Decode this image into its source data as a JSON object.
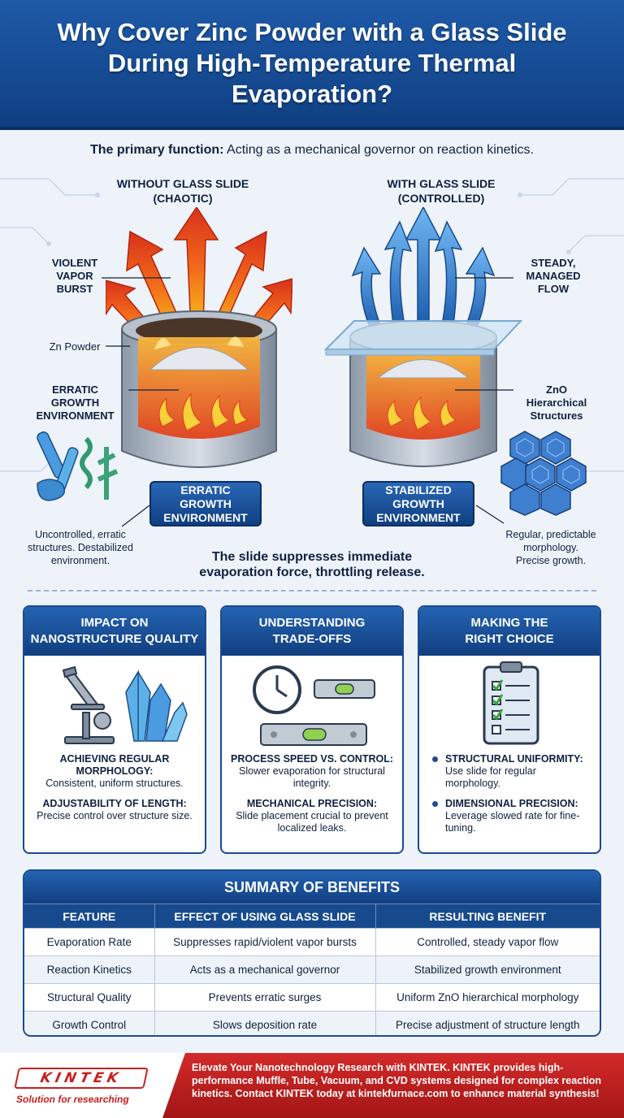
{
  "header": {
    "title": "Why Cover Zinc Powder with a Glass Slide During High-Temperature Thermal Evaporation?"
  },
  "primary": {
    "label": "The primary function:",
    "text": "Acting as a mechanical governor on reaction kinetics."
  },
  "left": {
    "title_line1": "WITHOUT GLASS SLIDE",
    "title_line2": "(CHAOTIC)",
    "callout_burst": [
      "VIOLENT",
      "VAPOR",
      "BURST"
    ],
    "callout_powder": "Zn Powder",
    "callout_env": [
      "ERRATIC",
      "GROWTH",
      "ENVIRONMENT"
    ],
    "box": [
      "ERRATIC",
      "GROWTH",
      "ENVIRONMENT"
    ],
    "caption": [
      "Uncontrolled, erratic",
      "structures. Destabilized",
      "environment."
    ]
  },
  "right": {
    "title_line1": "WITH GLASS SLIDE",
    "title_line2": "(CONTROLLED)",
    "callout_flow": [
      "STEADY,",
      "MANAGED",
      "FLOW"
    ],
    "callout_zno": [
      "ZnO",
      "Hierarchical",
      "Structures"
    ],
    "box": [
      "STABILIZED",
      "GROWTH",
      "ENVIRONMENT"
    ],
    "caption": [
      "Regular, predictable",
      "morphology.",
      "Precise growth."
    ]
  },
  "slide_note": [
    "The slide suppresses immediate",
    "evaporation force, throttling release."
  ],
  "panels": {
    "impact": {
      "title": [
        "IMPACT ON",
        "NANOSTRUCTURE QUALITY"
      ],
      "items": [
        {
          "heading": "ACHIEVING REGULAR MORPHOLOGY:",
          "text": "Consistent, uniform structures."
        },
        {
          "heading": "ADJUSTABILITY OF LENGTH:",
          "text": "Precise control over structure size."
        }
      ]
    },
    "tradeoffs": {
      "title": [
        "UNDERSTANDING",
        "TRADE-OFFS"
      ],
      "items": [
        {
          "heading": "PROCESS SPEED VS. CONTROL:",
          "text": "Slower evaporation for structural integrity."
        },
        {
          "heading": "MECHANICAL PRECISION:",
          "text": "Slide placement crucial to prevent localized leaks."
        }
      ]
    },
    "choice": {
      "title": [
        "MAKING THE",
        "RIGHT CHOICE"
      ],
      "items": [
        {
          "heading": "STRUCTURAL UNIFORMITY:",
          "text": "Use slide for regular morphology."
        },
        {
          "heading": "DIMENSIONAL PRECISION:",
          "text": "Leverage slowed rate for fine-tuning."
        }
      ]
    }
  },
  "summary": {
    "title": "SUMMARY OF BENEFITS",
    "columns": [
      "FEATURE",
      "EFFECT OF USING GLASS SLIDE",
      "RESULTING BENEFIT"
    ],
    "rows": [
      [
        "Evaporation Rate",
        "Suppresses rapid/violent vapor bursts",
        "Controlled, steady vapor flow"
      ],
      [
        "Reaction Kinetics",
        "Acts as a mechanical governor",
        "Stabilized growth environment"
      ],
      [
        "Structural Quality",
        "Prevents erratic surges",
        "Uniform ZnO hierarchical morphology"
      ],
      [
        "Growth Control",
        "Slows deposition rate",
        "Precise adjustment of structure length"
      ]
    ]
  },
  "footer": {
    "logo": "KINTEK",
    "tagline": "Solution for researching",
    "text": "Elevate Your Nanotechnology Research with KINTEK. KINTEK provides high-performance Muffle, Tube, Vacuum, and CVD systems designed for complex reaction kinetics. Contact KINTEK today at kintekfurnace.com to enhance material synthesis!"
  },
  "colors": {
    "brand_blue": "#1b4c91",
    "header_blue": "#1e5aa8",
    "kintek_red": "#c81e1e",
    "flame_orange": "#f26a1b",
    "vapor_blue": "#3d8fe0"
  }
}
